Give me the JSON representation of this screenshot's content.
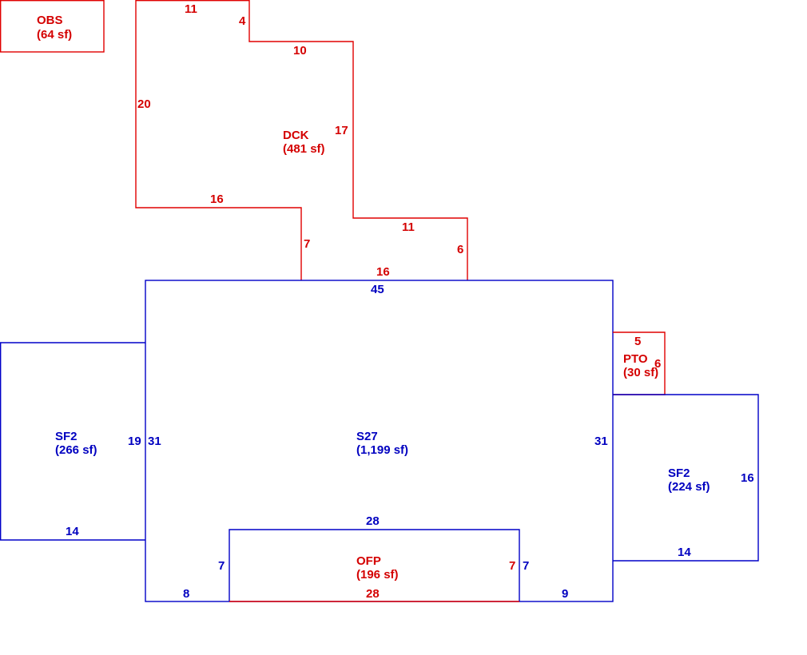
{
  "colors": {
    "red": "#e00000",
    "blue": "#0000c8",
    "background": "#ffffff"
  },
  "areas": {
    "obs": {
      "code": "OBS",
      "area": "(64 sf)"
    },
    "dck": {
      "code": "DCK",
      "area": "(481 sf)"
    },
    "pto": {
      "code": "PTO",
      "area": "(30 sf)"
    },
    "s27": {
      "code": "S27",
      "area": "(1,199 sf)"
    },
    "sf2_left": {
      "code": "SF2",
      "area": "(266 sf)"
    },
    "sf2_right": {
      "code": "SF2",
      "area": "(224 sf)"
    },
    "ofp": {
      "code": "OFP",
      "area": "(196 sf)"
    }
  },
  "dimensions": {
    "dck_top": "11",
    "dck_step_vertical": "4",
    "dck_step_top": "10",
    "dck_left": "20",
    "dck_right": "17",
    "dck_lower_left": "16",
    "dck_lower_right": "11",
    "dck_stem": "7",
    "dck_right_stem": "6",
    "dck_bottom": "16",
    "s27_top": "45",
    "s27_left": "31",
    "s27_right": "31",
    "s27_bottom_left": "8",
    "s27_bottom_right": "9",
    "sf2_left_side": "19",
    "sf2_left_bottom": "14",
    "pto_top": "5",
    "pto_side": "6",
    "sf2_right_side": "16",
    "sf2_right_bottom": "14",
    "ofp_top": "28",
    "ofp_left": "7",
    "ofp_right_red": "7",
    "ofp_right_blue": "7",
    "ofp_bottom": "28"
  }
}
